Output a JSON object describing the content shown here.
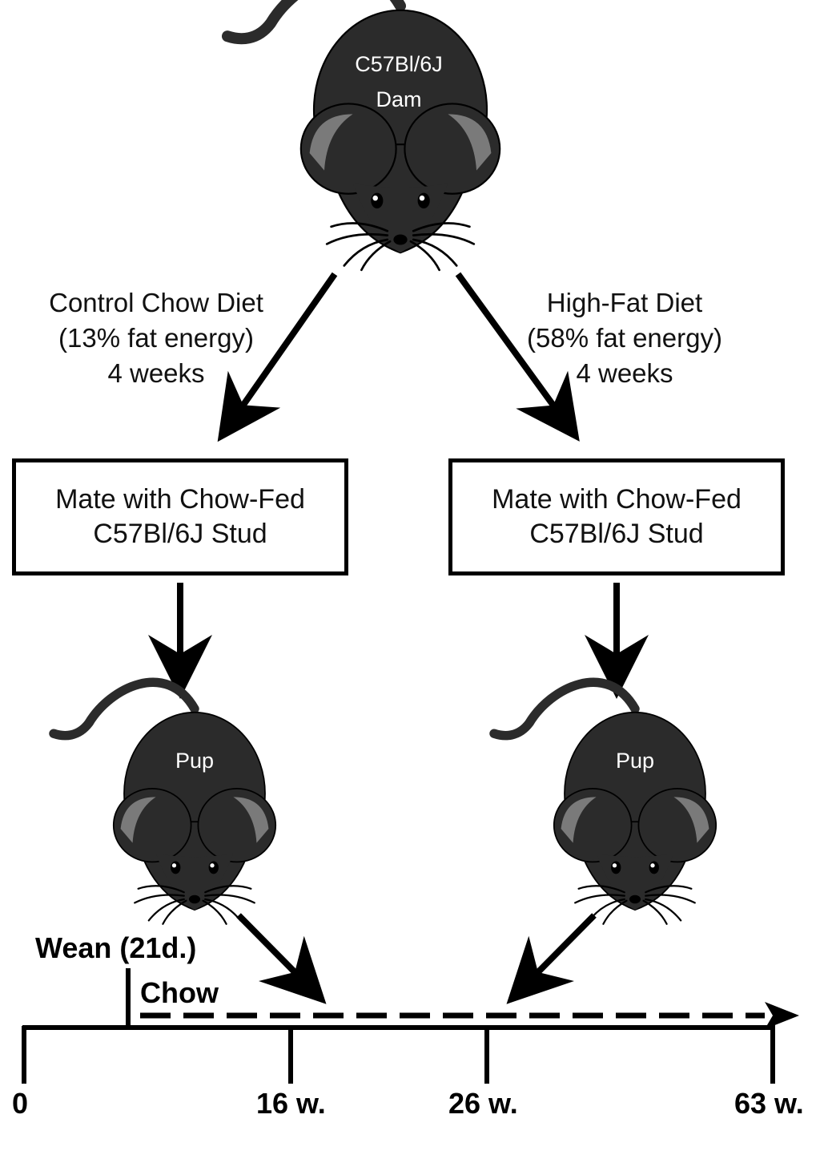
{
  "dam": {
    "label_line1": "C57Bl/6J",
    "label_line2": "Dam"
  },
  "branches": [
    {
      "diet_line1": "Control Chow Diet",
      "diet_line2": "(13% fat energy)",
      "diet_line3": "4 weeks",
      "box_line1": "Mate with Chow-Fed",
      "box_line2": "C57Bl/6J Stud",
      "pup_label": "Pup"
    },
    {
      "diet_line1": "High-Fat Diet",
      "diet_line2": "(58% fat energy)",
      "diet_line3": "4 weeks",
      "box_line1": "Mate with Chow-Fed",
      "box_line2": "C57Bl/6J Stud",
      "pup_label": "Pup"
    }
  ],
  "timeline": {
    "wean_label": "Wean (21d.)",
    "chow_label": "Chow",
    "ticks": [
      "0",
      "16 w.",
      "26 w.",
      "63 w."
    ]
  },
  "colors": {
    "mouse_body": "#2b2b2b",
    "ear_inner": "#7a7a7a",
    "line": "#000000"
  }
}
